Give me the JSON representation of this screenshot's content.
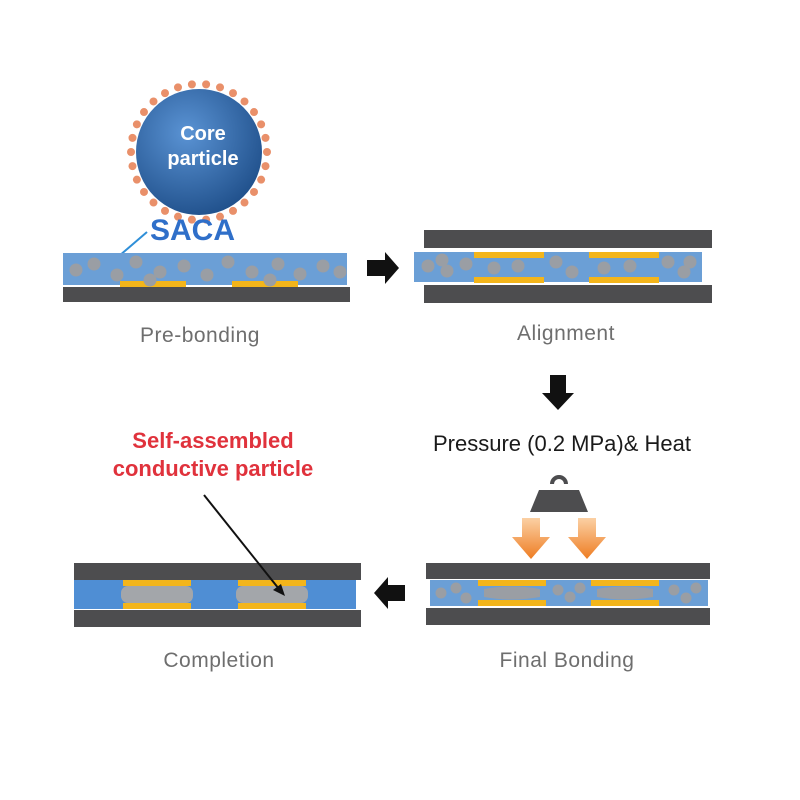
{
  "core_particle": {
    "line1": "Core",
    "line2": "particle"
  },
  "saca_label": "SACA",
  "stages": {
    "pre_bonding": "Pre-bonding",
    "alignment": "Alignment",
    "final_bonding": "Final Bonding",
    "completion": "Completion"
  },
  "process_label": "Pressure (0.2 MPa)& Heat",
  "annotation": {
    "line1": "Self-assembled",
    "line2": "conductive particle"
  },
  "colors": {
    "substrate": "#4d4d4f",
    "resin": "#6b9fd6",
    "electrode": "#f3b51b",
    "particle": "#9a9ea4",
    "core_dark": "#1f4f8a",
    "core_light": "#4f86c6",
    "surface_dots": "#e9906a",
    "saca_text": "#2f6fc9",
    "annotation_text": "#e0323c",
    "stage_text": "#6e6e6e",
    "pressure_arrow": "#f08a2a"
  },
  "icons": {
    "step_arrow": "black-arrow-icon",
    "weight": "weight-icon",
    "pressure": "down-arrow-icon"
  }
}
